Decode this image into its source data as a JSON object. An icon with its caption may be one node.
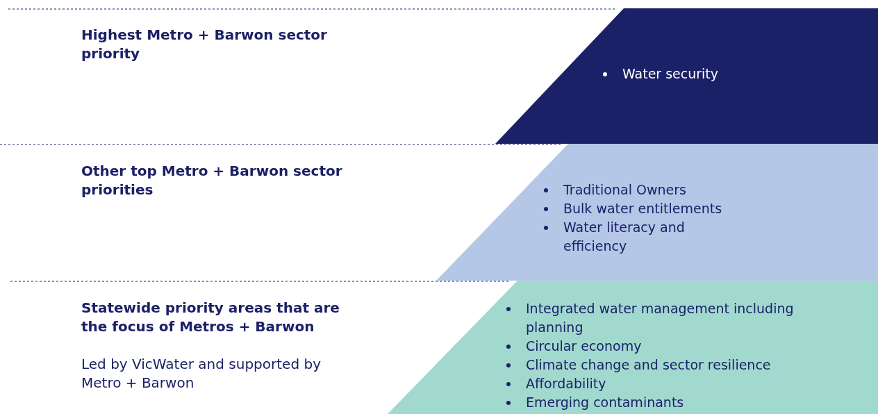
{
  "diagram": {
    "nodes": [
      {
        "text": [
          "Water security"
        ]
      },
      {
        "text": [
          "Traditional Owners",
          "Bulk water entitlements",
          "Water literacy and efficiency"
        ]
      },
      {
        "text": [
          "Integrated water management including planning",
          "Circular economy",
          "Climate change and sector resilience",
          "Affordability",
          "Emerging contaminants"
        ]
      }
    ],
    "labels": [
      "Highest Metro + Barwon sector priority",
      "Other top Metro + Barwon sector priorities",
      "Statewide priority areas that are the focus of Metros + Barwon",
      "Led by VicWater and supported by Metro + Barwon"
    ]
  }
}
